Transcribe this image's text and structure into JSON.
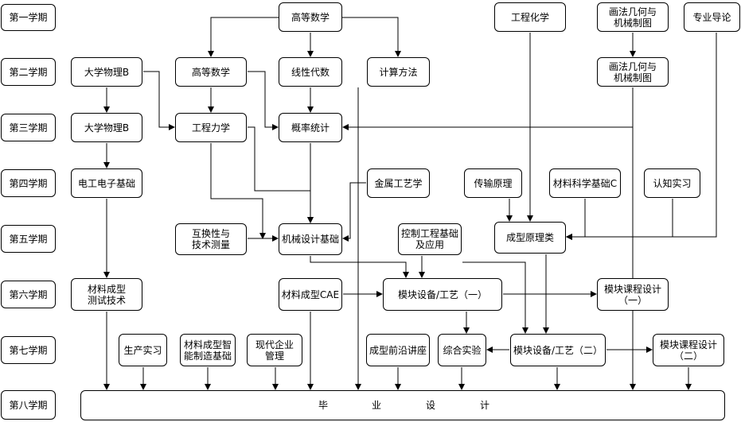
{
  "semesters": [
    "第一学期",
    "第二学期",
    "第三学期",
    "第四学期",
    "第五学期",
    "第六学期",
    "第七学期",
    "第八学期"
  ],
  "courses": {
    "math_1": "高等数学",
    "eng_chem": "工程化学",
    "drawing_1": "画法几何与\n机械制图",
    "intro": "专业导论",
    "physics_b_1": "大学物理B",
    "math_2": "高等数学",
    "linear_algebra": "线性代数",
    "calc_methods": "计算方法",
    "drawing_2": "画法几何与\n机械制图",
    "physics_b_2": "大学物理B",
    "eng_mechanics": "工程力学",
    "probability": "概率统计",
    "electrical": "电工电子基础",
    "metal_tech": "金属工艺学",
    "transfer": "传输原理",
    "materials_c": "材料科学基础C",
    "cognition": "认知实习",
    "tolerance": "互换性与\n技术测量",
    "machine_design": "机械设计基础",
    "control": "控制工程基础\n及应用",
    "forming_principle": "成型原理类",
    "testing": "材料成型\n测试技术",
    "cae": "材料成型CAE",
    "module_1": "模块设备/工艺（一）",
    "project_1": "模块课程设计\n（一）",
    "production": "生产实习",
    "smart_mfg": "材料成型智\n能制造基础",
    "enterprise": "现代企业\n管理",
    "frontier": "成型前沿讲座",
    "experiment": "综合实验",
    "module_2": "模块设备/工艺（二）",
    "project_2": "模块课程设计\n（二）"
  },
  "graduation": [
    "毕",
    "业",
    "设",
    "计"
  ]
}
